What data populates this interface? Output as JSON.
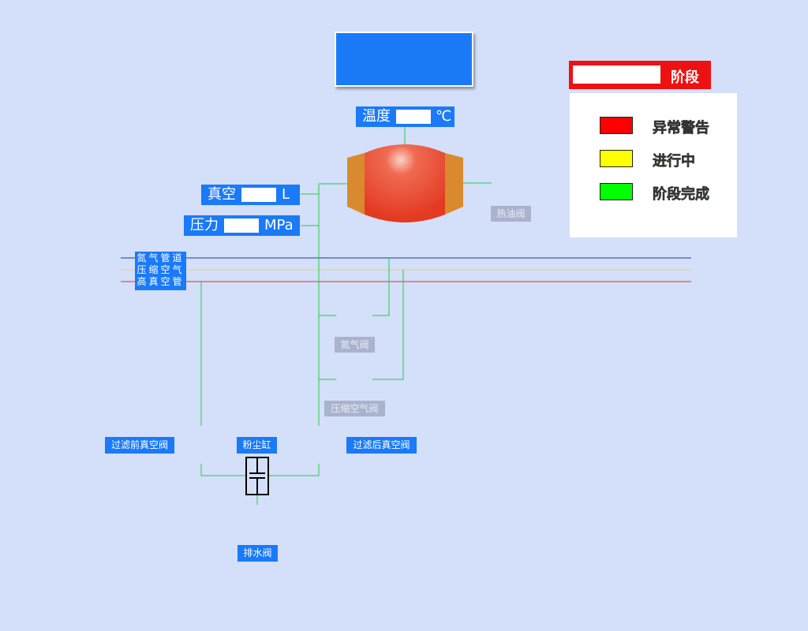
{
  "title_box": {
    "value": ""
  },
  "stage": {
    "value": "",
    "label": "阶段"
  },
  "legend": [
    {
      "color": "#ff0000",
      "label": "异常警告"
    },
    {
      "color": "#ffff00",
      "label": "进行中"
    },
    {
      "color": "#00ff00",
      "label": "阶段完成"
    }
  ],
  "temperature": {
    "label": "温度",
    "value": "",
    "unit": "℃"
  },
  "vacuum": {
    "label": "真空",
    "value": "",
    "unit": "L"
  },
  "pressure": {
    "label": "压力",
    "value": "",
    "unit": "MPa"
  },
  "pipes": {
    "nitrogen": "氮气管道",
    "compressed_air": "压缩空气",
    "high_vacuum": "高真空管",
    "colors": {
      "nitrogen": "#1a3aa8",
      "compressed_air": "#e8d070",
      "high_vacuum": "#e03030",
      "connector": "#22cc44"
    }
  },
  "valves": {
    "hot_oil": "热油阀",
    "nitrogen": "氮气阀",
    "compressed_air": "压缩空气阀",
    "pre_filter_vacuum": "过滤前真空阀",
    "dust_cylinder": "粉尘缸",
    "post_filter_vacuum": "过滤后真空阀",
    "drain": "排水阀"
  }
}
